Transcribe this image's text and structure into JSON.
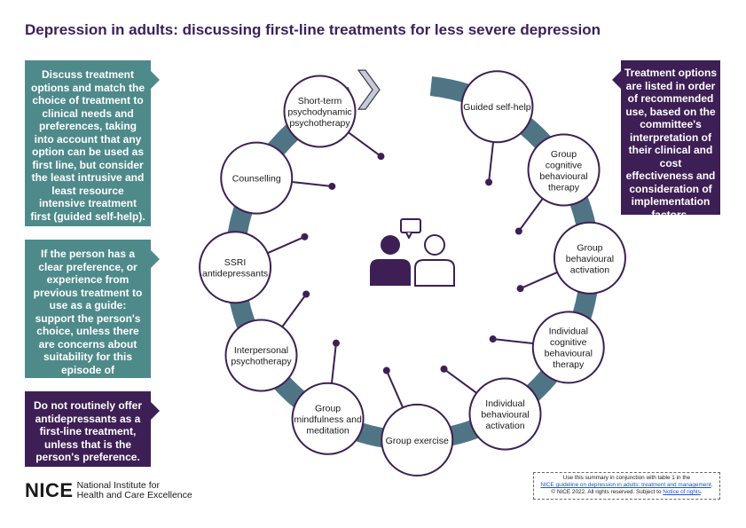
{
  "title": "Depression in adults: discussing first-line treatments for less severe depression",
  "callouts": {
    "left_top": "Discuss treatment options and match the choice of treatment to clinical needs and preferences, taking into account that any option can be used as first line, but consider the least intrusive and least resource intensive treatment first (guided self-help).",
    "left_middle": "If the person has a clear preference, or experience from previous treatment to use as a guide: support the person's choice, unless there are concerns about suitability for this episode of depression.",
    "left_bottom": "Do not routinely offer antidepressants as a first-line treatment, unless that is the person's preference.",
    "right_top": "Treatment options are listed in order of recommended use, based on the committee's interpretation of their clinical and cost effectiveness and consideration of implementation factors."
  },
  "treatments": [
    [
      "Guided self-help"
    ],
    [
      "Group",
      "cognitive",
      "behavioural",
      "therapy"
    ],
    [
      "Group",
      "behavioural",
      "activation"
    ],
    [
      "Individual",
      "cognitive",
      "behavioural",
      "therapy"
    ],
    [
      "Individual",
      "behavioural",
      "activation"
    ],
    [
      "Group exercise"
    ],
    [
      "Group",
      "mindfulness and",
      "meditation"
    ],
    [
      "Interpersonal",
      "psychotherapy"
    ],
    [
      "SSRI",
      "antidepressants"
    ],
    [
      "Counselling"
    ],
    [
      "Short-term",
      "psychodynamic",
      "psychotherapy"
    ]
  ],
  "colors": {
    "ring": "#4f7585",
    "purple": "#3e1f55",
    "teal": "#4f8a8b",
    "chevron": "#c6cbd6"
  },
  "center_icon": "discussion-people-icon",
  "logo": {
    "mark": "NICE",
    "line1": "National Institute for",
    "line2": "Health and Care Excellence"
  },
  "footer": {
    "line1": "Use this summary in conjunction with table 1 in the",
    "link1": "NICE guideline on depression in adults: treatment and management",
    "line2_suffix": ".",
    "line3_prefix": "© NICE 2022. All rights reserved. Subject to ",
    "link2": "Notice of rights",
    "line3_suffix": "."
  }
}
